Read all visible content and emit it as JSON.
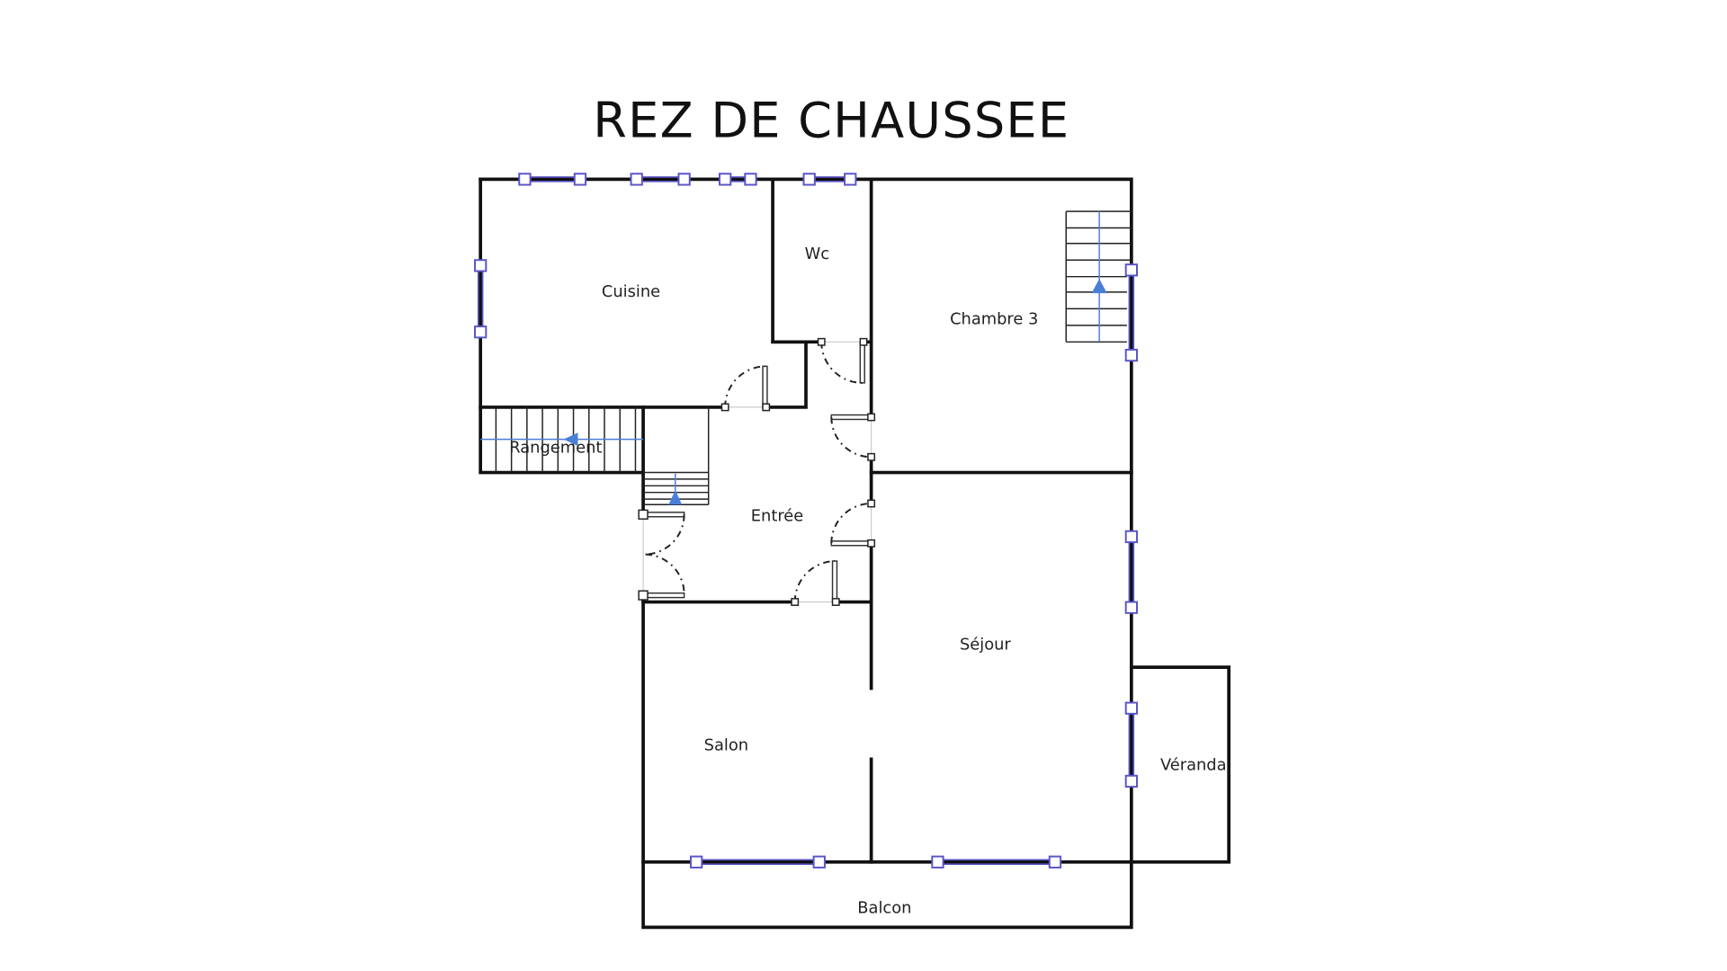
{
  "title": "REZ DE CHAUSSEE",
  "rooms": {
    "cuisine": "Cuisine",
    "wc": "Wc",
    "chambre3": "Chambre 3",
    "rangement": "Rangement",
    "entree": "Entrée",
    "sejour": "Séjour",
    "salon": "Salon",
    "veranda": "Véranda",
    "balcon": "Balcon"
  },
  "colors": {
    "walls": "#111111",
    "windows": "#5a55c8",
    "stairs_arrow": "#4a7fd8"
  }
}
